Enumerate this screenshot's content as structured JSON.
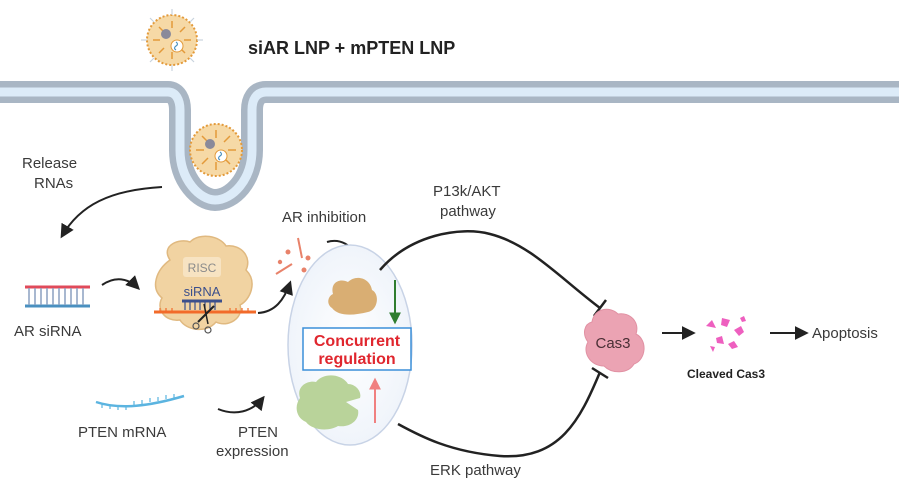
{
  "title": "siAR LNP + mPTEN LNP",
  "labels": {
    "release_rnas_line1": "Release",
    "release_rnas_line2": "RNAs",
    "ar_sirna": "AR siRNA",
    "risc": "RISC",
    "sirna": "siRNA",
    "ar_inhibition": "AR inhibition",
    "pi3k_line1": "P13k/AKT",
    "pi3k_line2": "pathway",
    "concurrent_line1": "Concurrent",
    "concurrent_line2": "regulation",
    "cas3": "Cas3",
    "cleaved_cas3": "Cleaved Cas3",
    "apoptosis": "Apoptosis",
    "pten_mrna": "PTEN mRNA",
    "pten_expression_line1": "PTEN",
    "pten_expression_line2": "expression",
    "erk_pathway": "ERK pathway"
  },
  "colors": {
    "membrane_outer": "#a9b6c4",
    "membrane_inner": "#dcebf8",
    "lnp_fill": "#f6d9a6",
    "lnp_lipid": "#e39a3a",
    "risc_fill": "#f1d3a2",
    "ar_protein": "#d9ae73",
    "pten_protein": "#b9d39a",
    "cas3": "#eba3b3",
    "cleaved_cas3": "#ee5fbf",
    "concurrent_text": "#e0262e",
    "concurrent_box": "#3b8fd9",
    "down_arrow": "#2f7d2f",
    "up_arrow": "#f08080",
    "arrow": "#222222"
  }
}
